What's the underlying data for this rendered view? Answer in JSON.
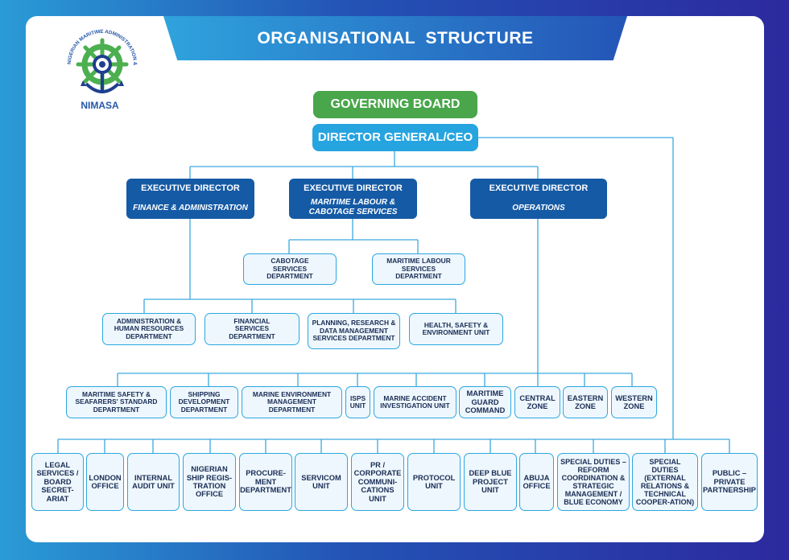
{
  "header": {
    "title": "ORGANISATIONAL  STRUCTURE"
  },
  "logo": {
    "text": "NIMASA",
    "ring_text": "NIGERIAN MARITIME ADMINISTRATION & SAFETY AGENCY"
  },
  "top": {
    "board": "GOVERNING BOARD",
    "dg": "DIRECTOR GENERAL/CEO"
  },
  "executives": [
    {
      "title": "EXECUTIVE DIRECTOR",
      "subtitle": "FINANCE & ADMINISTRATION"
    },
    {
      "title": "EXECUTIVE DIRECTOR",
      "subtitle": "MARITIME LABOUR & CABOTAGE SERVICES"
    },
    {
      "title": "EXECUTIVE DIRECTOR",
      "subtitle": "OPERATIONS"
    }
  ],
  "labour_departments": [
    "CABOTAGE SERVICES DEPARTMENT",
    "MARITIME LABOUR SERVICES DEPARTMENT"
  ],
  "finance_departments": [
    "ADMINISTRATION & HUMAN RESOURCES DEPARTMENT",
    "FINANCIAL SERVICES DEPARTMENT",
    "PLANNING, RESEARCH & DATA MANAGEMENT SERVICES DEPARTMENT",
    "HEALTH, SAFETY & ENVIRONMENT UNIT"
  ],
  "operations_departments": [
    "MARITIME SAFETY & SEAFARERS' STANDARD DEPARTMENT",
    "SHIPPING DEVELOPMENT DEPARTMENT",
    "MARINE ENVIRONMENT MANAGEMENT DEPARTMENT",
    "ISPS UNIT",
    "MARINE ACCIDENT INVESTIGATION UNIT",
    "MARITIME GUARD COMMAND",
    "CENTRAL ZONE",
    "EASTERN ZONE",
    "WESTERN ZONE"
  ],
  "dg_units": [
    "LEGAL SERVICES / BOARD SECRET-ARIAT",
    "LONDON OFFICE",
    "INTERNAL AUDIT UNIT",
    "NIGERIAN SHIP REGIS-TRATION OFFICE",
    "PROCURE-MENT DEPARTMENT",
    "SERVICOM UNIT",
    "PR / CORPORATE COMMUNI-CATIONS UNIT",
    "PROTOCOL UNIT",
    "DEEP BLUE PROJECT UNIT",
    "ABUJA OFFICE",
    "SPECIAL DUTIES – REFORM COORDINATION & STRATEGIC MANAGEMENT / BLUE ECONOMY",
    "SPECIAL DUTIES (EXTERNAL RELATIONS & TECHNICAL COOPER-ATION)",
    "PUBLIC – PRIVATE PARTNERSHIP"
  ],
  "colors": {
    "frame_left": "#2a9bd6",
    "frame_right": "#2c2a9e",
    "board": "#49a64a",
    "dg": "#26a4e0",
    "executive": "#155aa5",
    "connector": "#3aa9df",
    "dept_fill": "#eef7fd",
    "dept_text": "#1a2d55"
  }
}
